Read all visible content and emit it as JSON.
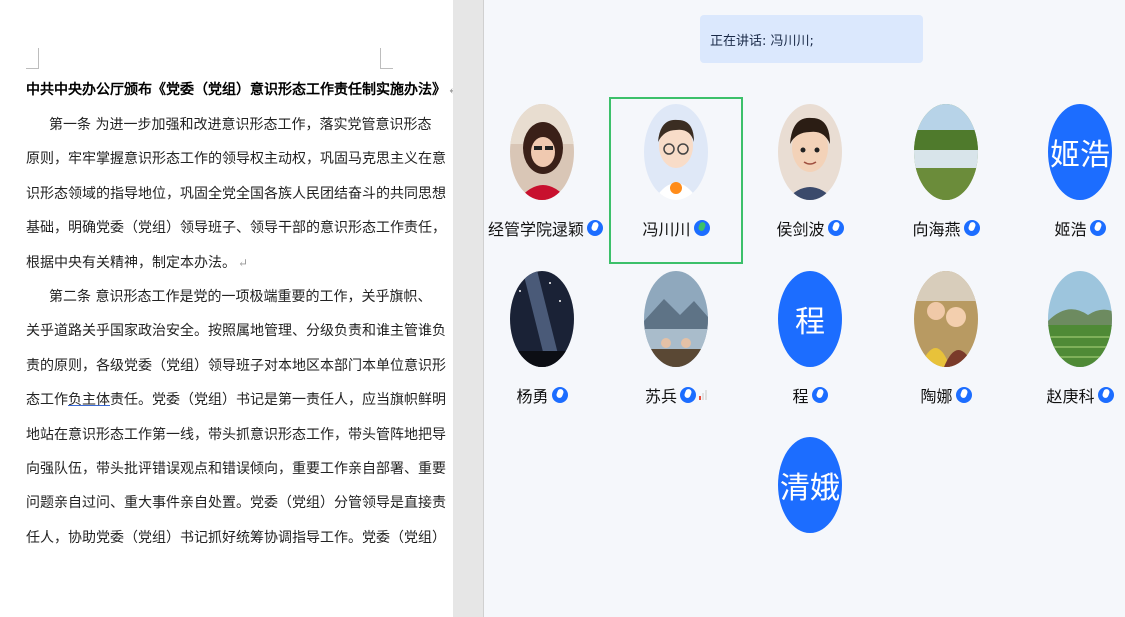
{
  "document": {
    "title": "中共中央办公厅颁布《党委（党组）意识形态工作责任制实施办法》",
    "lines": [
      {
        "text": "第一条 为进一步加强和改进意识形态工作，落实党管意识形态",
        "indent": true
      },
      {
        "text": "原则，牢牢掌握意识形态工作的领导权主动权，巩固马克思主义在意",
        "indent": false
      },
      {
        "text": "识形态领域的指导地位，巩固全党全国各族人民团结奋斗的共同思想",
        "indent": false
      },
      {
        "text": "基础，明确党委（党组）领导班子、领导干部的意识形态工作责任，",
        "indent": false
      },
      {
        "text": "根据中央有关精神，制定本办法。",
        "indent": false,
        "mark": true
      },
      {
        "text": "第二条 意识形态工作是党的一项极端重要的工作，关乎旗帜、",
        "indent": true
      },
      {
        "text": "关乎道路关乎国家政治安全。按照属地管理、分级负责和谁主管谁负",
        "indent": false
      },
      {
        "text": "责的原则，各级党委（党组）领导班子对本地区本部门本单位意识形",
        "indent": false
      },
      {
        "text": "态工作负主体责任。党委（党组）书记是第一责任人，应当旗帜鲜明",
        "indent": false
      },
      {
        "text": "地站在意识形态工作第一线，带头抓意识形态工作，带头管阵地把导",
        "indent": false
      },
      {
        "text": "向强队伍，带头批评错误观点和错误倾向，重要工作亲自部署、重要",
        "indent": false
      },
      {
        "text": "问题亲自过问、重大事件亲自处置。党委（党组）分管领导是直接责",
        "indent": false
      },
      {
        "text": "任人，协助党委（党组）书记抓好统筹协调指导工作。党委（党组）",
        "indent": false
      }
    ]
  },
  "meeting": {
    "speaking_label": "正在讲话: 冯川川;",
    "participants": [
      {
        "name": "经管学院逯颖",
        "avatar_text": "",
        "avatar_kind": "photo-woman",
        "mic": "blue"
      },
      {
        "name": "冯川川",
        "avatar_text": "",
        "avatar_kind": "cartoon-man",
        "mic": "green",
        "active": true
      },
      {
        "name": "侯剑波",
        "avatar_text": "",
        "avatar_kind": "cartoon-boy",
        "mic": "blue"
      },
      {
        "name": "向海燕",
        "avatar_text": "",
        "avatar_kind": "photo-waterfall",
        "mic": "blue"
      },
      {
        "name": "姬浩",
        "avatar_text": "姬浩",
        "avatar_kind": "text",
        "mic": "blue"
      },
      {
        "name": "杨勇",
        "avatar_text": "",
        "avatar_kind": "photo-stars",
        "mic": "blue"
      },
      {
        "name": "苏兵",
        "avatar_text": "",
        "avatar_kind": "photo-lake",
        "mic": "blue",
        "signal": true
      },
      {
        "name": "程",
        "avatar_text": "程",
        "avatar_kind": "text",
        "mic": "blue"
      },
      {
        "name": "陶娜",
        "avatar_text": "",
        "avatar_kind": "photo-family",
        "mic": "blue"
      },
      {
        "name": "赵庚科",
        "avatar_text": "",
        "avatar_kind": "photo-tea",
        "mic": "blue"
      },
      {
        "name": "",
        "avatar_text": "清娥",
        "avatar_kind": "text",
        "mic": "none"
      }
    ]
  },
  "colors": {
    "accent": "#1c6dff",
    "active_border": "#3cc06a",
    "speaking_bg": "#dbe8fd"
  }
}
